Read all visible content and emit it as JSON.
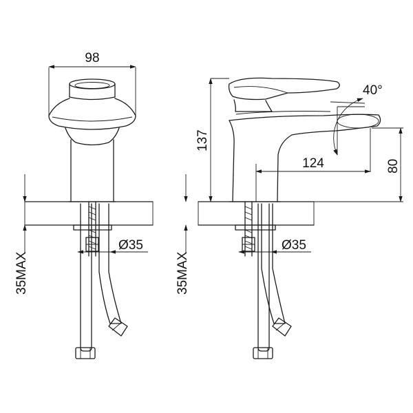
{
  "drawing": {
    "front_view": {
      "width_label": "98",
      "hole_label": "Ø35",
      "max_thickness_label": "35MAX"
    },
    "side_view": {
      "height_label": "137",
      "angle_label": "40°",
      "reach_label": "124",
      "spout_height_label": "80",
      "hole_label": "Ø35",
      "max_thickness_label": "35MAX"
    }
  }
}
